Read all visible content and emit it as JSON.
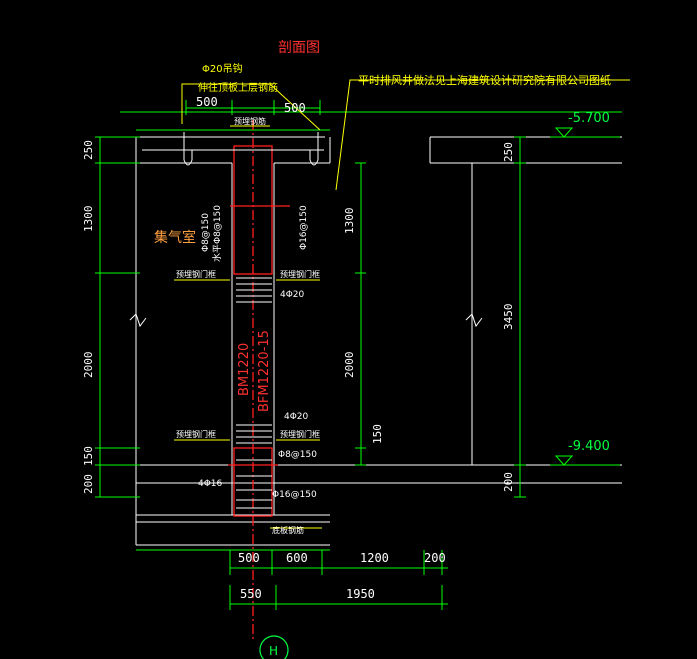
{
  "drawing": {
    "title": "剖面图",
    "reference_note": "平时排风井做法见上海建筑设计研究院有限公司图纸",
    "hanger_note_line1": "Φ20吊钩",
    "hanger_note_line2": "伸往顶板上层钢筋",
    "room_label": "集气室",
    "top_bar_label": "预埋钢筋",
    "door_frame_left_1": "预埋钢门框",
    "door_frame_right_1": "预埋钢门框",
    "door_frame_left_2": "预埋钢门框",
    "door_frame_right_2": "预埋钢门框",
    "bottom_bar_label": "底板钢筋",
    "rebar_left_vertical_1": "Φ8@150",
    "rebar_left_vertical_2": "水平Φ8@150",
    "rebar_right_vertical": "Φ16@150",
    "rebar_4phi20_upper": "4Φ20",
    "rebar_4phi20_lower": "4Φ20",
    "rebar_phi8_lower": "Φ8@150",
    "rebar_4phi16": "4Φ16",
    "rebar_phi16_lower": "Φ16@150",
    "door_code_1": "BM1220",
    "door_code_2": "BFM1220-15",
    "level_top": "-5.700",
    "level_bottom": "-9.400",
    "dims_left_vertical": [
      "250",
      "1300",
      "2000",
      "150",
      "200"
    ],
    "dims_inner_vertical": [
      "1300",
      "2000",
      "150"
    ],
    "dims_right_vertical": [
      "250",
      "3450",
      "200"
    ],
    "dims_top": [
      "500",
      "500"
    ],
    "dims_bottom_row1": [
      "500",
      "600",
      "1200",
      "200"
    ],
    "dims_bottom_row2": [
      "550",
      "1950"
    ],
    "axis_label": "H"
  },
  "colors": {
    "background": "#000000",
    "concrete": "#ffffff",
    "dimension": "#00ff00",
    "rebar": "#ff0000",
    "label_yellow": "#ffff00",
    "label_orange": "#ffa040",
    "title_red": "#ff3030",
    "level_cyan": "#00ff40",
    "axis_cyan": "#00ffff"
  }
}
